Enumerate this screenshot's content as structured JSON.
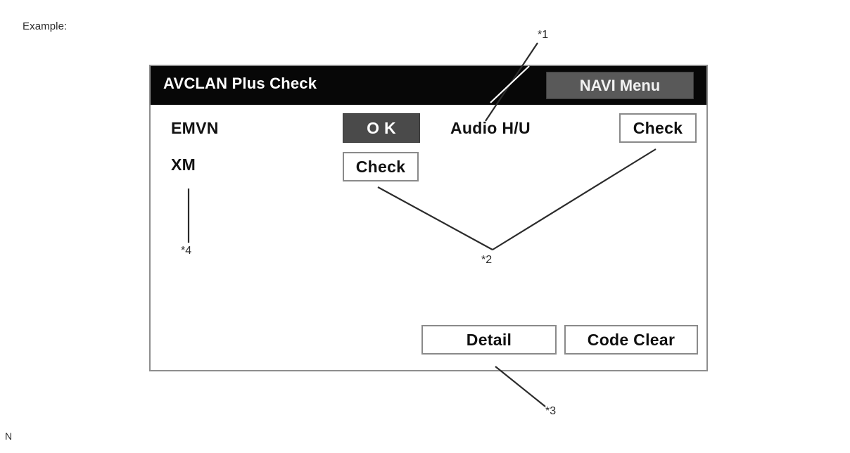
{
  "page": {
    "caption": "Example:",
    "footer_mark": "N"
  },
  "device_screen": {
    "title_bar": {
      "title": "AVCLAN Plus Check",
      "menu_button": {
        "label": "NAVI Menu",
        "state": "highlighted",
        "fill_color": "#595959",
        "text_color": "#f2f2f2"
      },
      "background_color": "#070707",
      "text_color": "#ffffff"
    },
    "border_color": "#8e8e8e",
    "background_color": "#ffffff",
    "rows": [
      {
        "label": "EMVN",
        "status_button": {
          "label": "O K",
          "style": "filled",
          "fill_color": "#4a4a4a",
          "text_color": "#ffffff"
        }
      },
      {
        "label": "XM",
        "status_button": {
          "label": "Check",
          "style": "outline",
          "fill_color": "#ffffff",
          "text_color": "#101010"
        }
      }
    ],
    "audio_row": {
      "label": "Audio H/U",
      "status_button": {
        "label": "Check",
        "style": "outline",
        "fill_color": "#ffffff",
        "text_color": "#101010"
      }
    },
    "footer_buttons": [
      {
        "label": "Detail",
        "style": "outline"
      },
      {
        "label": "Code Clear",
        "style": "outline"
      }
    ]
  },
  "callouts": [
    {
      "id": "1",
      "marker": "*1",
      "points_to": "Audio H/U"
    },
    {
      "id": "2",
      "marker": "*2",
      "points_to": "Check buttons"
    },
    {
      "id": "3",
      "marker": "*3",
      "points_to": "Detail"
    },
    {
      "id": "4",
      "marker": "*4",
      "points_to": "XM"
    }
  ],
  "colors": {
    "line": "#2b2b2b",
    "panel_border": "#8e8e8e",
    "title_bar": "#070707",
    "filled_button": "#4a4a4a",
    "menu_button": "#595959"
  }
}
